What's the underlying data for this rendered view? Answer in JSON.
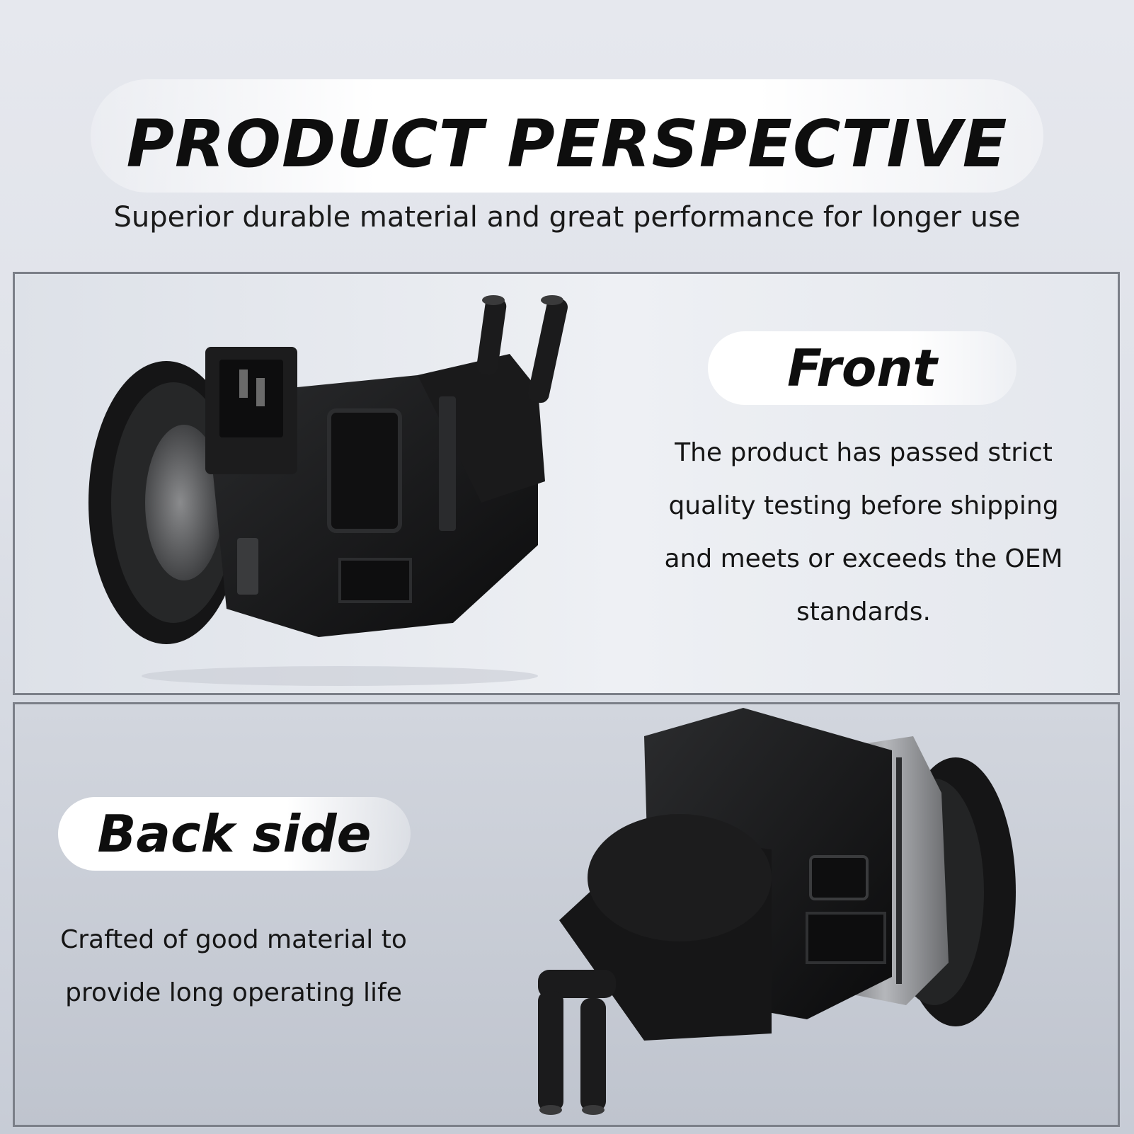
{
  "header": {
    "title": "PRODUCT PERSPECTIVE",
    "subtitle": "Superior durable material and great performance for longer use"
  },
  "front": {
    "label": "Front",
    "description_lines": [
      "The product has passed strict",
      "quality testing before shipping",
      "and meets or exceeds the OEM",
      "standards."
    ]
  },
  "back": {
    "label": "Back side",
    "description_lines": [
      "Crafted of good material to",
      "provide long operating life"
    ]
  }
}
